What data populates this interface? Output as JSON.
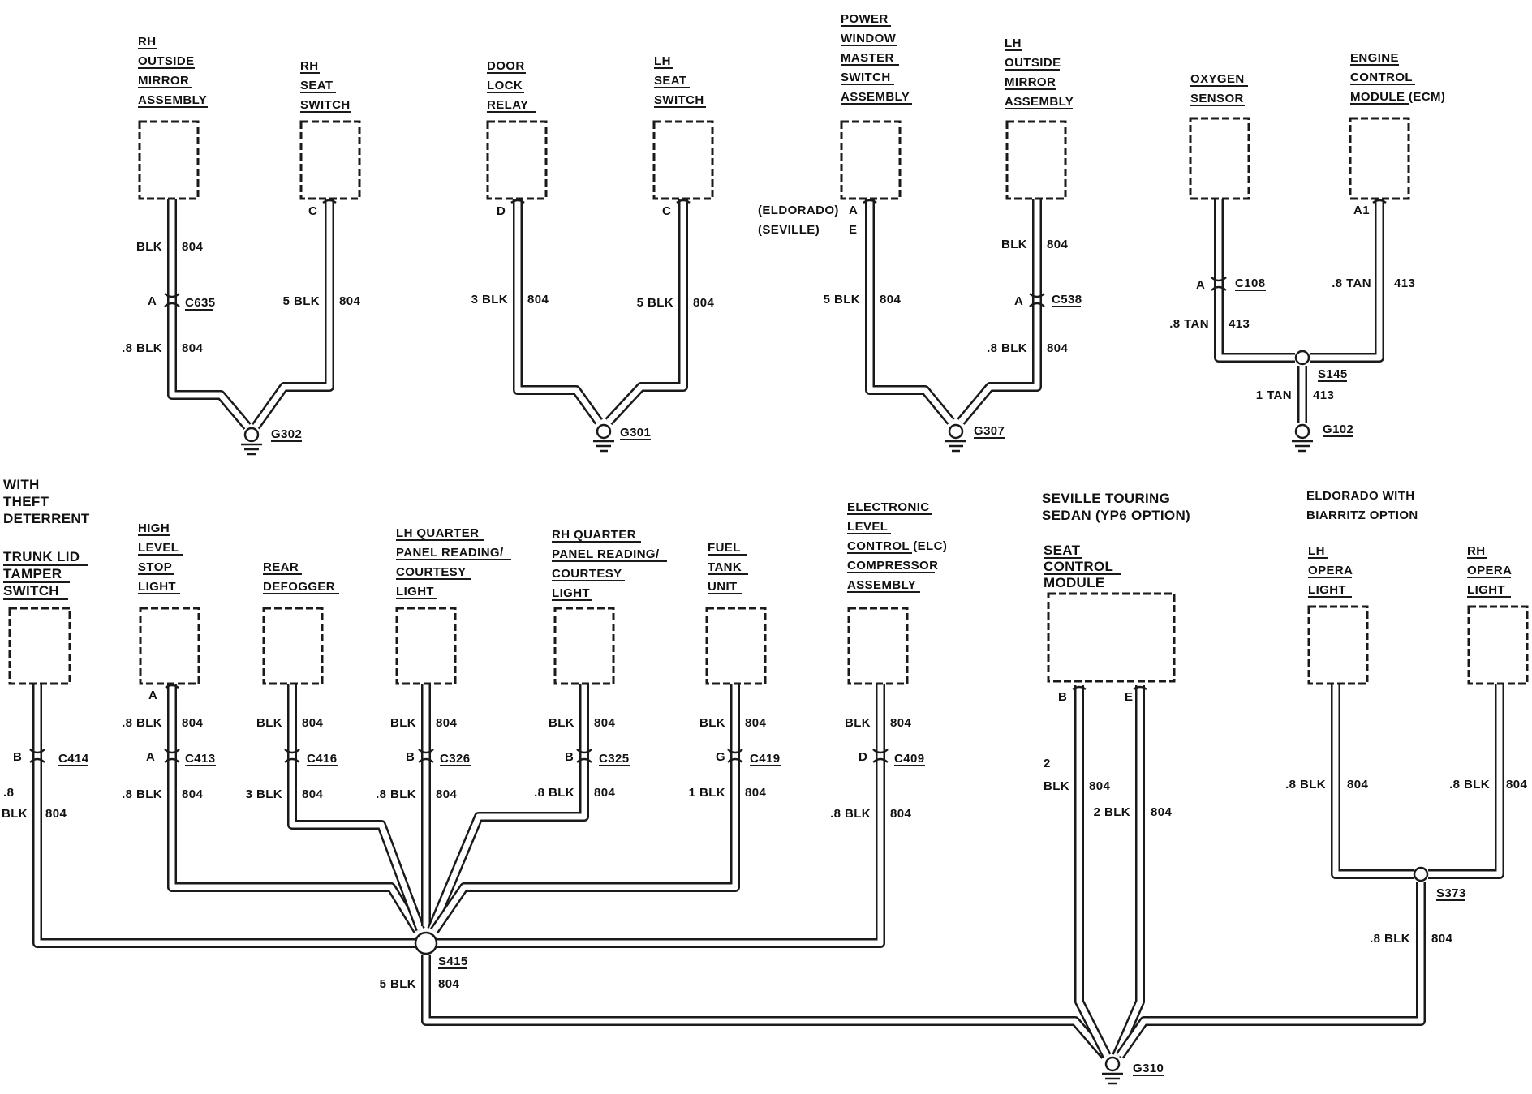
{
  "diagram": {
    "components": {
      "rh_outside_mirror": [
        "RH",
        "OUTSIDE",
        "MIRROR",
        "ASSEMBLY"
      ],
      "rh_seat_switch": [
        "RH",
        "SEAT",
        "SWITCH"
      ],
      "door_lock_relay": [
        "DOOR",
        "LOCK",
        "RELAY"
      ],
      "lh_seat_switch": [
        "LH",
        "SEAT",
        "SWITCH"
      ],
      "power_window_master_switch": [
        "POWER",
        "WINDOW",
        "MASTER",
        "SWITCH",
        "ASSEMBLY"
      ],
      "lh_outside_mirror": [
        "LH",
        "OUTSIDE",
        "MIRROR",
        "ASSEMBLY"
      ],
      "oxygen_sensor": [
        "OXYGEN",
        "SENSOR"
      ],
      "engine_control_module": [
        "ENGINE",
        "CONTROL",
        "MODULE (ECM)"
      ],
      "trunk_lid_tamper_switch": [
        "TRUNK LID",
        "TAMPER",
        "SWITCH"
      ],
      "high_level_stop_light": [
        "HIGH",
        "LEVEL",
        "STOP",
        "LIGHT"
      ],
      "rear_defogger": [
        "REAR",
        "DEFOGGER"
      ],
      "lh_quarter_panel_light": [
        "LH QUARTER",
        "PANEL READING/",
        "COURTESY",
        "LIGHT"
      ],
      "rh_quarter_panel_light": [
        "RH QUARTER",
        "PANEL READING/",
        "COURTESY",
        "LIGHT"
      ],
      "fuel_tank_unit": [
        "FUEL",
        "TANK",
        "UNIT"
      ],
      "elc_compressor": [
        "ELECTRONIC",
        "LEVEL",
        "CONTROL (ELC)",
        "COMPRESSOR",
        "ASSEMBLY"
      ],
      "seat_control_module": [
        "SEAT",
        "CONTROL",
        "MODULE"
      ],
      "lh_opera_light": [
        "LH",
        "OPERA",
        "LIGHT"
      ],
      "rh_opera_light": [
        "RH",
        "OPERA",
        "LIGHT"
      ]
    },
    "notes": {
      "with_theft_deterrent": [
        "WITH",
        "THEFT",
        "DETERRENT"
      ],
      "seville_touring": [
        "SEVILLE TOURING",
        "SEDAN (YP6 OPTION)"
      ],
      "eldorado_biarritz": [
        "ELDORADO WITH",
        "BIARRITZ OPTION"
      ],
      "eldorado": "(ELDORADO)",
      "seville": "(SEVILLE)"
    },
    "pins": {
      "rh_mirror_c635": "A",
      "rh_seat": "C",
      "door_lock": "D",
      "lh_seat": "C",
      "pw_eldorado": "A",
      "pw_seville": "E",
      "lh_mirror_c538": "A",
      "oxygen_c108": "A",
      "ecm": "A1",
      "trunk_c414": "B",
      "stop_light": "A",
      "stop_c413": "A",
      "lhq_c326": "B",
      "rhq_c325": "B",
      "fuel_c419": "G",
      "elc_c409": "D",
      "seat_mod_b": "B",
      "seat_mod_e": "E"
    },
    "connectors": {
      "c635": "C635",
      "c538": "C538",
      "c108": "C108",
      "c414": "C414",
      "c413": "C413",
      "c416": "C416",
      "c326": "C326",
      "c325": "C325",
      "c419": "C419",
      "c409": "C409"
    },
    "grounds": {
      "g302": "G302",
      "g301": "G301",
      "g307": "G307",
      "g102": "G102",
      "g310": "G310"
    },
    "splices": {
      "s145": "S145",
      "s415": "S415",
      "s373": "S373"
    },
    "wires": {
      "rh_mirror_top": [
        "BLK",
        "804"
      ],
      "rh_mirror_bot": [
        ".8 BLK",
        "804"
      ],
      "rh_seat": [
        "5 BLK",
        "804"
      ],
      "door_lock": [
        "3 BLK",
        "804"
      ],
      "lh_seat": [
        "5 BLK",
        "804"
      ],
      "pw_master": [
        "5 BLK",
        "804"
      ],
      "lh_mirror_top": [
        "BLK",
        "804"
      ],
      "lh_mirror_bot": [
        ".8 BLK",
        "804"
      ],
      "oxygen": [
        ".8 TAN",
        "413"
      ],
      "ecm": [
        ".8 TAN",
        "413"
      ],
      "s145_g102": [
        "1 TAN",
        "413"
      ],
      "trunk_a": ".8",
      "trunk_b": "BLK",
      "trunk_c": "804",
      "stop_top": [
        ".8 BLK",
        "804"
      ],
      "stop_bot": [
        ".8 BLK",
        "804"
      ],
      "defog_top": [
        "BLK",
        "804"
      ],
      "defog_bot": [
        "3 BLK",
        "804"
      ],
      "lhq_top": [
        "BLK",
        "804"
      ],
      "lhq_bot": [
        ".8 BLK",
        "804"
      ],
      "rhq_top": [
        "BLK",
        "804"
      ],
      "rhq_bot": [
        ".8 BLK",
        "804"
      ],
      "fuel_top": [
        "BLK",
        "804"
      ],
      "fuel_bot": [
        "1 BLK",
        "804"
      ],
      "elc_top": [
        "BLK",
        "804"
      ],
      "elc_bot": [
        ".8 BLK",
        "804"
      ],
      "seat_b_a": "2",
      "seat_b_b": "BLK",
      "seat_b_c": "804",
      "seat_e": [
        "2 BLK",
        "804"
      ],
      "lh_opera": [
        ".8 BLK",
        "804"
      ],
      "rh_opera": [
        ".8 BLK",
        "804"
      ],
      "s373_g310": [
        ".8 BLK",
        "804"
      ],
      "s415_g310": [
        "5 BLK",
        "804"
      ]
    }
  }
}
